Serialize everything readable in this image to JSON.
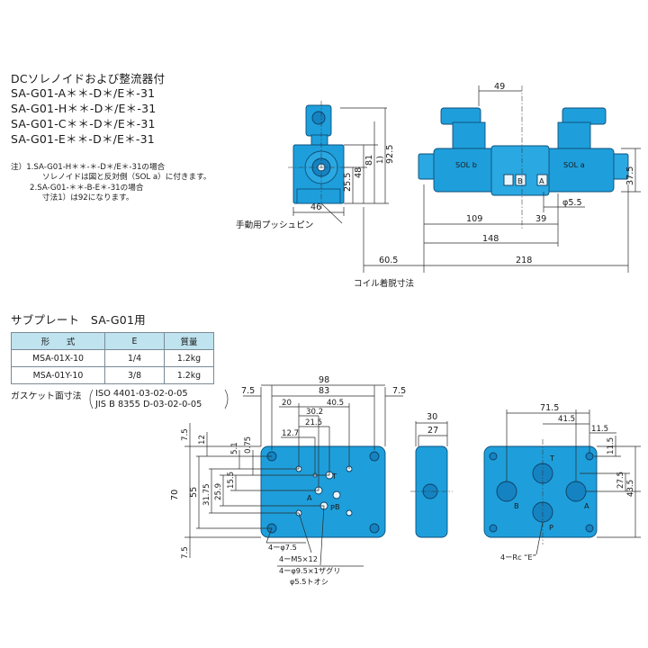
{
  "header": {
    "title": "DCソレノイドおよび整流器付",
    "models": [
      "SA-G01-A＊＊-D＊/E＊-31",
      "SA-G01-H＊＊-D＊/E＊-31",
      "SA-G01-C＊＊-D＊/E＊-31",
      "SA-G01-E＊＊-D＊/E＊-31"
    ]
  },
  "notes": {
    "n1_a": "注）1.SA-G01-H＊＊-＊-D＊/E＊-31の場合",
    "n1_b": "ソレノイドは図と反対側（SOL a）に付きます。",
    "n2_a": "2.SA-G01-＊＊-B-E＊-31の場合",
    "n2_b": "寸法1）は92になります。"
  },
  "valve": {
    "dims": {
      "d49": "49",
      "d92_5": "92.5",
      "d81": "81",
      "d48": "48",
      "d25_5": "25.5",
      "d37_5": "37.5",
      "d46": "46",
      "d109": "109",
      "d39": "39",
      "d148": "148",
      "d60_5": "60.5",
      "d218": "218",
      "phi5_5": "φ5.5",
      "note1": "1)"
    },
    "sol_b": "SOL b",
    "sol_a": "SOL a",
    "tag_b": "B",
    "tag_a": "A",
    "push_pin": "手動用プッシュピン",
    "coil": "コイル着脱寸法"
  },
  "subplate": {
    "title": "サブプレート　SA-G01用",
    "table": {
      "headers": [
        "形　　式",
        "E",
        "質量"
      ],
      "rows": [
        [
          "MSA-01X-10",
          "1/4",
          "1.2kg"
        ],
        [
          "MSA-01Y-10",
          "3/8",
          "1.2kg"
        ]
      ]
    },
    "gasket_label": "ガスケット面寸法",
    "gasket_std1": "ISO 4401-03-02-0-05",
    "gasket_std2": "JIS B 8355 D-03-02-0-05",
    "dims": {
      "d98": "98",
      "d83": "83",
      "d7_5a": "7.5",
      "d7_5b": "7.5",
      "d40_5": "40.5",
      "d30_2": "30.2",
      "d21_5": "21.5",
      "d20": "20",
      "d12_7": "12.7",
      "d7_5l": "7.5",
      "d12": "12",
      "d5_1": "5.1",
      "d0_75": "0.75",
      "d70": "70",
      "d55": "55",
      "d31_75": "31.75",
      "d25_9": "25.9",
      "d15_5": "15.5",
      "d7_5bottom": "7.5",
      "s30": "30",
      "s27": "27",
      "r71_5": "71.5",
      "r41_5": "41.5",
      "r11_5a": "11.5",
      "r11_5b": "11.5",
      "r27_5": "27.5",
      "r43_5": "43.5"
    },
    "ports": {
      "T": "T",
      "A": "A",
      "B": "B",
      "P": "P"
    },
    "callouts": {
      "holes75": "4ーφ7.5",
      "m5": "4ーM5×12",
      "zaguri": "4ーφ9.5×1ザグリ",
      "tooshi": "φ5.5トオシ",
      "rc": "4ーRc “E”"
    }
  }
}
